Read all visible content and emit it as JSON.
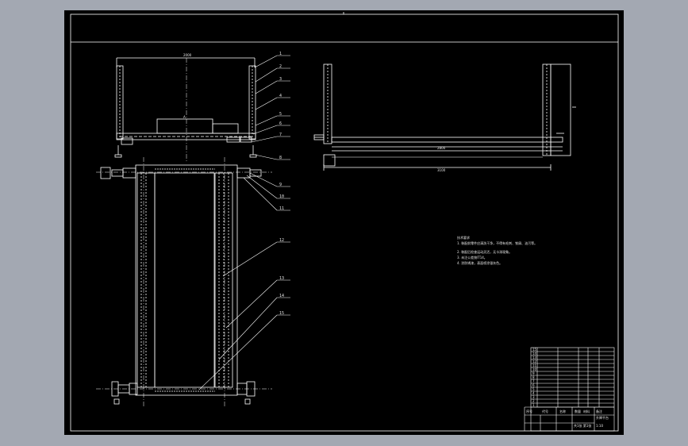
{
  "drawing": {
    "background": "#000000",
    "line_color": "#ffffff",
    "border_color": "#a3a8b2",
    "part_callouts": [
      "1",
      "2",
      "3",
      "4",
      "5",
      "6",
      "7",
      "8",
      "9",
      "10",
      "11",
      "12",
      "13",
      "14",
      "15"
    ],
    "notes": {
      "heading": "技术要求",
      "lines": [
        "1. 装配前零件应清洗干净，不得有毛刺、铁屑、油污等。",
        "2. 装配后检查运动灵活，无卡滞现象。",
        "3. 未注公差按IT14。",
        "4. 涂防锈漆，表面喷涂银灰色。"
      ]
    },
    "dims": {
      "top_width": "2000",
      "side_span": "2800",
      "side_total": "3100",
      "col_label": "A"
    },
    "title_block": {
      "row_numbers": [
        "15",
        "14",
        "13",
        "12",
        "11",
        "10",
        "9",
        "8",
        "7",
        "6",
        "5",
        "4",
        "3",
        "2",
        "1"
      ],
      "headers": [
        "序号",
        "代号",
        "名称",
        "数量",
        "材料",
        "备注"
      ],
      "drawing_title": "升降平台",
      "sheet_note": "共1张 第1张",
      "scale": "1:10"
    }
  }
}
